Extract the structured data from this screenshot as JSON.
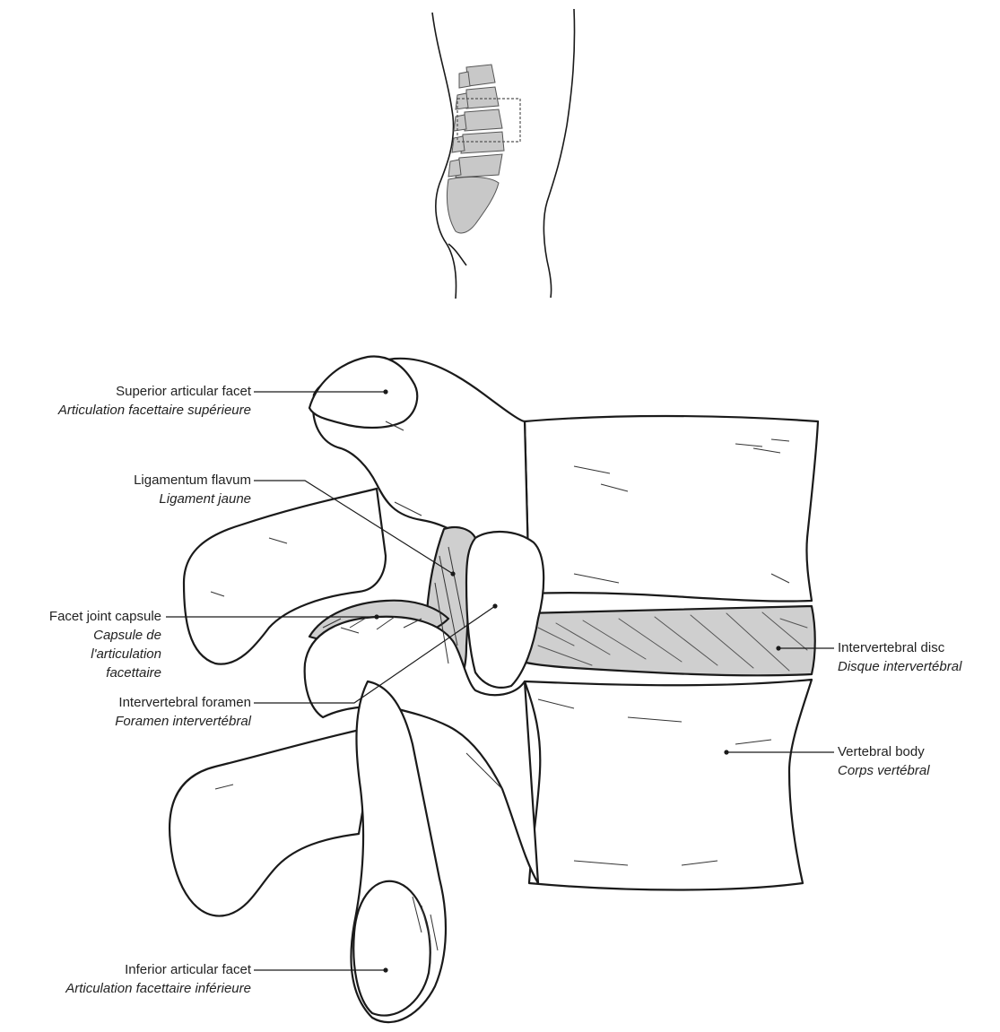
{
  "labels": {
    "superior_articular_facet": {
      "en": "Superior articular facet",
      "fr": "Articulation facettaire supérieure"
    },
    "ligamentum_flavum": {
      "en": "Ligamentum flavum",
      "fr": "Ligament jaune"
    },
    "facet_joint_capsule": {
      "en": "Facet joint capsule",
      "fr_lines": [
        "Capsule de",
        "l'articulation",
        "facettaire"
      ]
    },
    "intervertebral_foramen": {
      "en": "Intervertebral foramen",
      "fr": "Foramen intervertébral"
    },
    "inferior_articular_facet": {
      "en": "Inferior articular facet",
      "fr": "Articulation facettaire inférieure"
    },
    "intervertebral_disc": {
      "en": "Intervertebral disc",
      "fr": "Disque intervertébral"
    },
    "vertebral_body": {
      "en": "Vertebral body",
      "fr": "Corps vertébral"
    }
  },
  "colors": {
    "line": "#1a1a1a",
    "shade": "#cfcfcf",
    "background": "#ffffff"
  }
}
